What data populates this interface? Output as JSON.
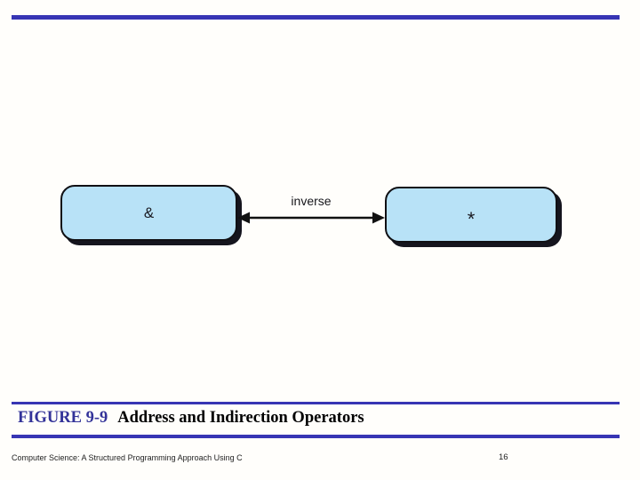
{
  "slide": {
    "background_color": "#fffefb",
    "accent_color": "#3735b4"
  },
  "diagram": {
    "box_fill_color": "#b8e2f7",
    "box_border_color": "#101014",
    "box_shadow_color": "#15151e",
    "left_box": {
      "label": "&"
    },
    "right_box": {
      "label": "*"
    },
    "arrow": {
      "label": "inverse",
      "style": "double-headed"
    }
  },
  "caption": {
    "figure_label": "FIGURE 9-9",
    "figure_label_color": "#333399",
    "title": "Address and Indirection Operators"
  },
  "footer": {
    "book_title": "Computer Science: A Structured Programming Approach Using C",
    "page_number": "16"
  }
}
